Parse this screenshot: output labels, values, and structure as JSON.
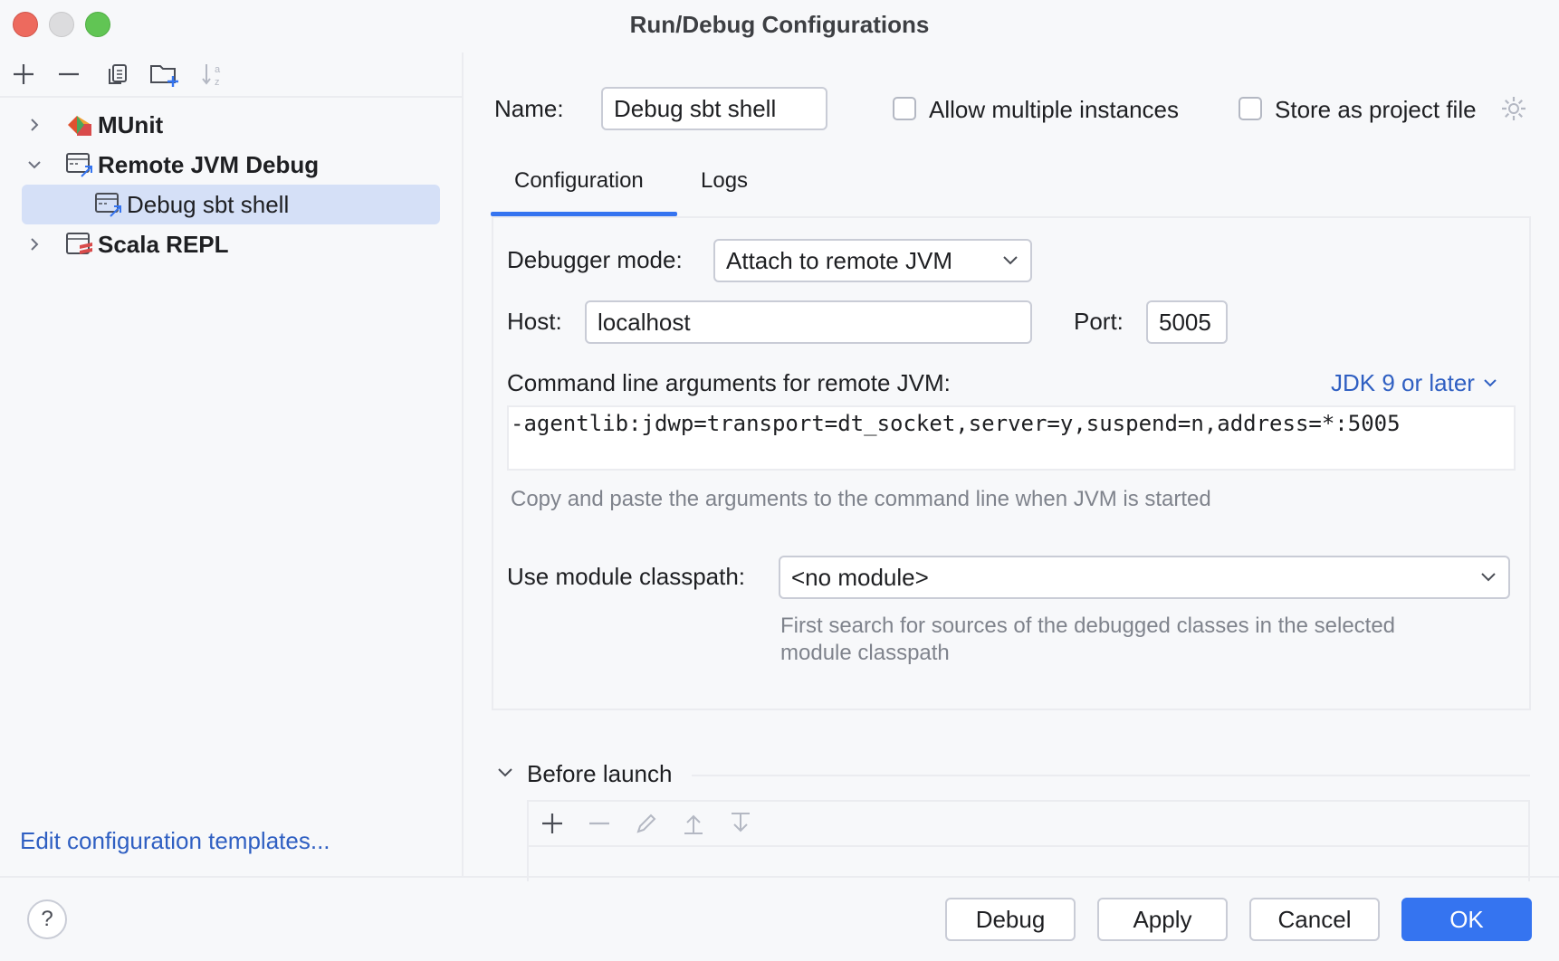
{
  "window": {
    "title": "Run/Debug Configurations"
  },
  "sidebar": {
    "toolbar": [
      "add-icon",
      "remove-icon",
      "copy-icon",
      "new-folder-icon",
      "sort-icon"
    ],
    "items": [
      {
        "label": "MUnit",
        "expanded": false
      },
      {
        "label": "Remote JVM Debug",
        "expanded": true
      },
      {
        "label": "Debug sbt shell",
        "selected": true
      },
      {
        "label": "Scala REPL",
        "expanded": false
      }
    ],
    "edit_templates_link": "Edit configuration templates..."
  },
  "header": {
    "name_label": "Name:",
    "name_value": "Debug sbt shell",
    "allow_multiple_label": "Allow multiple instances",
    "store_project_label": "Store as project file"
  },
  "tabs": [
    {
      "label": "Configuration",
      "active": true
    },
    {
      "label": "Logs",
      "active": false
    }
  ],
  "config": {
    "debugger_mode_label": "Debugger mode:",
    "debugger_mode_value": "Attach to remote JVM",
    "host_label": "Host:",
    "host_value": "localhost",
    "port_label": "Port:",
    "port_value": "5005",
    "cmd_label": "Command line arguments for remote JVM:",
    "jdk_link": "JDK 9 or later",
    "cmd_value": "-agentlib:jdwp=transport=dt_socket,server=y,suspend=n,address=*:5005",
    "cmd_hint": "Copy and paste the arguments to the command line when JVM is started",
    "classpath_label": "Use module classpath:",
    "classpath_value": "<no module>",
    "classpath_hint_1": "First search for sources of the debugged classes in the selected",
    "classpath_hint_2": "module classpath"
  },
  "before_launch": {
    "label": "Before launch",
    "toolbar": [
      "add-icon",
      "remove-icon",
      "edit-icon",
      "move-up-icon",
      "move-down-icon"
    ]
  },
  "footer": {
    "help": "?",
    "debug": "Debug",
    "apply": "Apply",
    "cancel": "Cancel",
    "ok": "OK"
  },
  "colors": {
    "accent": "#3574f0",
    "link": "#2f5fc2",
    "selection": "#d5e0f7",
    "close": "#ed6a5e",
    "minimize": "#dcdcde",
    "zoom": "#61c554"
  }
}
